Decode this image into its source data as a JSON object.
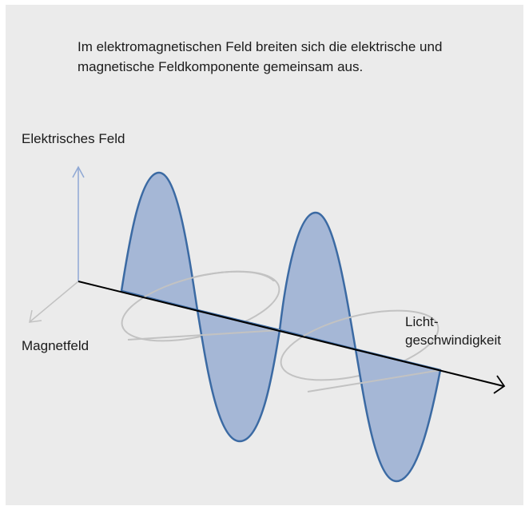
{
  "caption": "Im elektromagnetischen Feld breiten sich die elektrische und magnetische Feldkomponente gemeinsam aus.",
  "labels": {
    "electric_field": "Elektrisches Feld",
    "magnetic_field": "Magnetfeld",
    "light_speed_line1": "Licht-",
    "light_speed_line2": "geschwindigkeit"
  },
  "colors": {
    "background": "#ebebeb",
    "electric_wave_fill": "#a5b7d6",
    "electric_wave_stroke": "#3b6aa3",
    "electric_axis": "#8fa8d4",
    "magnetic_wave": "#c2c2c2",
    "propagation_axis": "#000000",
    "text": "#1a1a1a"
  }
}
